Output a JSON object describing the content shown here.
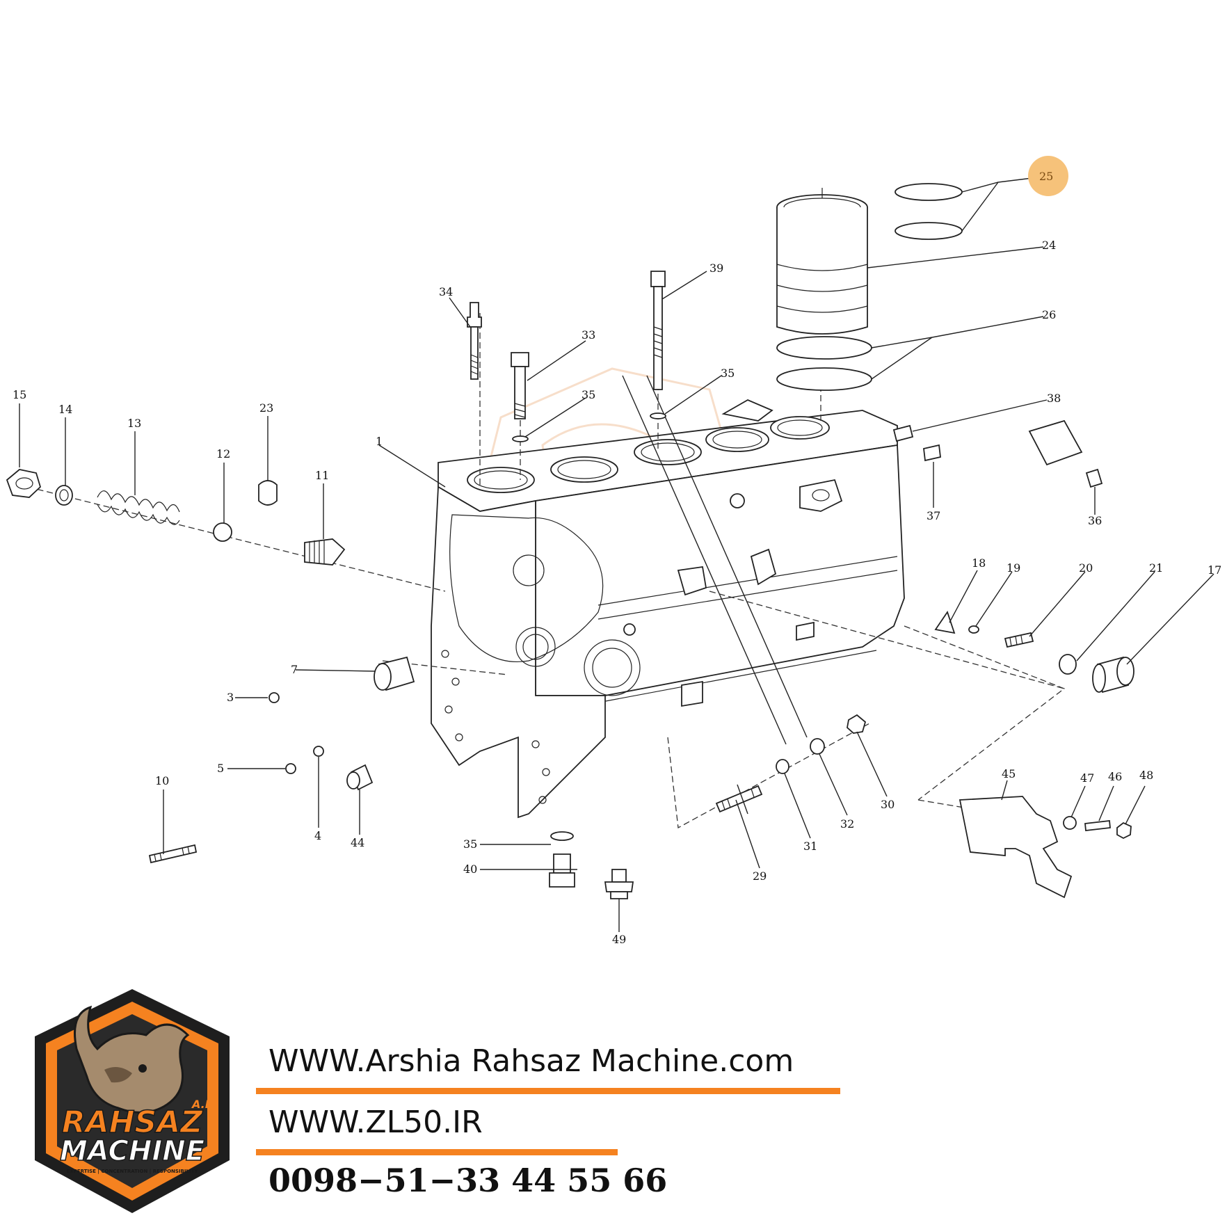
{
  "callouts": {
    "n1": "1",
    "n3": "3",
    "n4": "4",
    "n5": "5",
    "n7": "7",
    "n10": "10",
    "n11": "11",
    "n12": "12",
    "n13": "13",
    "n14": "14",
    "n15": "15",
    "n17": "17",
    "n18": "18",
    "n19": "19",
    "n20": "20",
    "n21": "21",
    "n23": "23",
    "n24": "24",
    "n25": "25",
    "n26": "26",
    "n29": "29",
    "n30": "30",
    "n31": "31",
    "n32": "32",
    "n33": "33",
    "n34": "34",
    "n35": "35",
    "n36": "36",
    "n37": "37",
    "n38": "38",
    "n39": "39",
    "n40": "40",
    "n44": "44",
    "n45": "45",
    "n46": "46",
    "n47": "47",
    "n48": "48",
    "n49": "49"
  },
  "highlight_color": "#f6c27a",
  "footer": {
    "website": "WWW.Arshia Rahsaz Machine.com",
    "website2": "WWW.ZL50.IR",
    "phone": "0098−51−33 44 55 66",
    "accent_color": "#f58220"
  },
  "logo": {
    "brand_top": "RAHSAZ",
    "brand_bottom": "MACHINE",
    "initials": "A.I",
    "tagline": "EXPERTISE | CONCENTRATION | RESPONSIBILITY"
  }
}
